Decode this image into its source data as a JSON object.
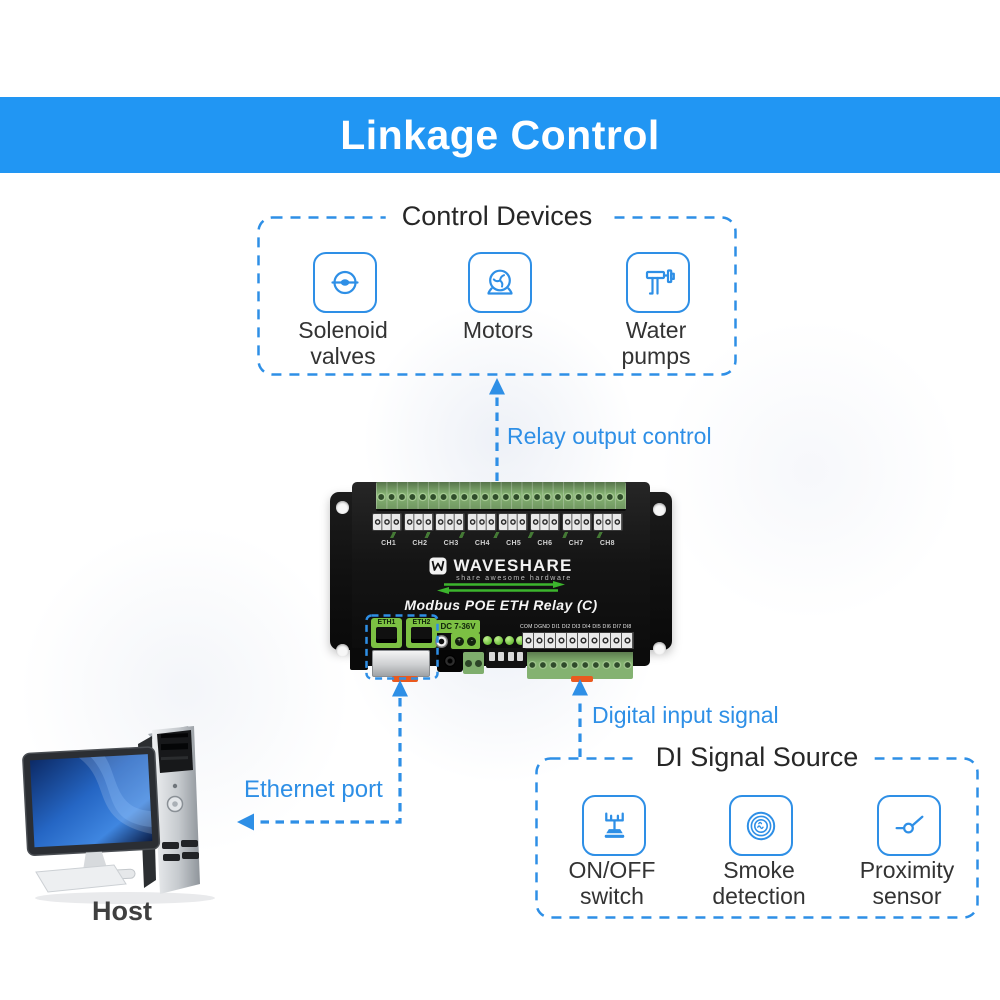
{
  "banner": {
    "title": "Linkage Control",
    "background": "#2196F3"
  },
  "control_devices": {
    "title": "Control Devices",
    "items": [
      {
        "label": "Solenoid valves",
        "icon": "solenoid-valve-icon"
      },
      {
        "label": "Motors",
        "icon": "motor-icon"
      },
      {
        "label": "Water pumps",
        "icon": "water-pump-icon"
      }
    ]
  },
  "connections": {
    "relay_output_label": "Relay output control",
    "digital_input_label": "Digital input signal",
    "ethernet_label": "Ethernet port"
  },
  "device": {
    "brand": "WAVESHARE",
    "tagline": "share awesome hardware",
    "model": "Modbus POE ETH Relay (C)",
    "channels": [
      "CH1",
      "CH2",
      "CH3",
      "CH4",
      "CH5",
      "CH6",
      "CH7",
      "CH8"
    ],
    "eth_ports": [
      "ETH1",
      "ETH2"
    ],
    "power_label": "DC 7-36V",
    "power_marks": [
      "+",
      "-"
    ],
    "di_terminal_labels": "COM DGND DI1 DI2 DI3 DI4 DI5 DI6 DI7 DI8"
  },
  "di_source": {
    "title": "DI Signal Source",
    "items": [
      {
        "label": "ON/OFF switch",
        "icon": "onoff-switch-icon"
      },
      {
        "label": "Smoke detection",
        "icon": "smoke-detector-icon"
      },
      {
        "label": "Proximity sensor",
        "icon": "proximity-sensor-icon"
      }
    ]
  },
  "host": {
    "label": "Host"
  },
  "colors": {
    "accent_blue": "#2E8FE6",
    "banner_blue": "#2196F3",
    "pcb_green": "#7CC043",
    "arrow_green": "#3CB52D",
    "alert_orange": "#EA5A1F"
  }
}
